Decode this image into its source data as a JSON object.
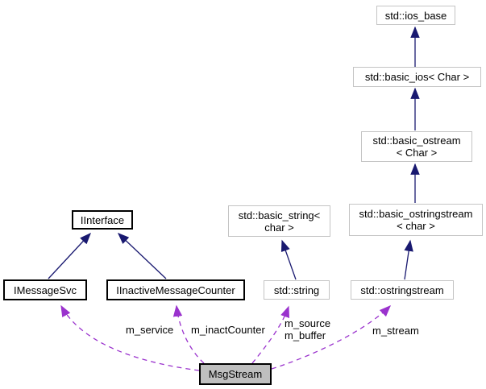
{
  "diagram": {
    "title": "MsgStream collaboration graph",
    "colors": {
      "inheritance_edge": "#191970",
      "usage_edge": "#9a32cd",
      "external_node_border": "#c4c4c4",
      "documented_node_border": "#000000",
      "focus_node_fill": "#bfbfbf",
      "background": "#ffffff"
    },
    "nodes": [
      {
        "id": "std-ios-base",
        "label": "std::ios_base"
      },
      {
        "id": "std-basic-ios",
        "label": "std::basic_ios< Char >"
      },
      {
        "id": "std-basic-ostream",
        "label": "std::basic_ostream\n< Char >"
      },
      {
        "id": "std-basic-ostringstream",
        "label": "std::basic_ostringstream\n< char >"
      },
      {
        "id": "std-basic-string",
        "label": "std::basic_string<\nchar >"
      },
      {
        "id": "std-string",
        "label": "std::string"
      },
      {
        "id": "std-ostringstream",
        "label": "std::ostringstream"
      },
      {
        "id": "iinterface",
        "label": "IInterface"
      },
      {
        "id": "imessagesvc",
        "label": "IMessageSvc"
      },
      {
        "id": "iinactivemessagecounter",
        "label": "IInactiveMessageCounter"
      },
      {
        "id": "msgstream",
        "label": "MsgStream"
      }
    ],
    "edge_labels": [
      {
        "id": "m-service",
        "label": "m_service"
      },
      {
        "id": "m-inactcounter",
        "label": "m_inactCounter"
      },
      {
        "id": "m-source-m-buffer",
        "label": "m_source\nm_buffer"
      },
      {
        "id": "m-stream",
        "label": "m_stream"
      }
    ]
  }
}
